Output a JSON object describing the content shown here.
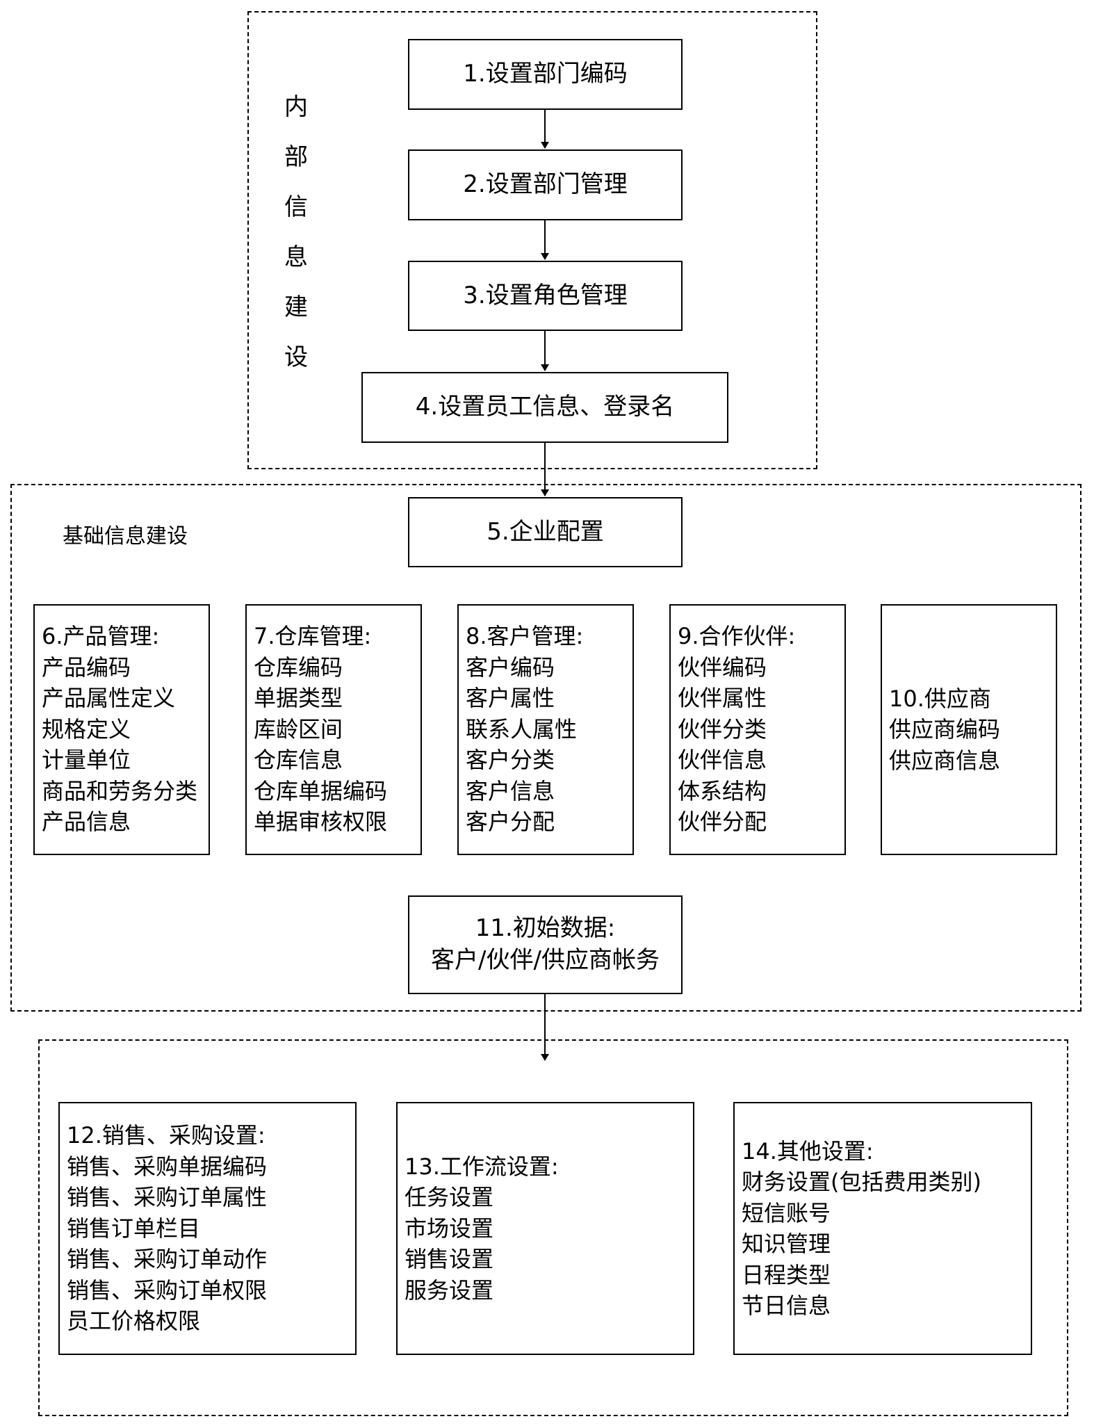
{
  "regions": {
    "internal": {
      "label_chars": [
        "内",
        "部",
        "信",
        "息",
        "建",
        "设"
      ]
    },
    "basic": {
      "label": "基础信息建设"
    },
    "settings": {}
  },
  "steps": {
    "s1": "1.设置部门编码",
    "s2": "2.设置部门管理",
    "s3": "3.设置角色管理",
    "s4": "4.设置员工信息、登录名",
    "s5": "5.企业配置",
    "s11": [
      "11.初始数据:",
      "客户/伙伴/供应商帐务"
    ]
  },
  "modules": {
    "product": [
      "6.产品管理:",
      "产品编码",
      "产品属性定义",
      "规格定义",
      "计量单位",
      "商品和劳务分类",
      "产品信息"
    ],
    "warehouse": [
      "7.仓库管理:",
      "仓库编码",
      "单据类型",
      "库龄区间",
      "仓库信息",
      "仓库单据编码",
      "单据审核权限"
    ],
    "customer": [
      "8.客户管理:",
      "客户编码",
      "客户属性",
      "联系人属性",
      "客户分类",
      "客户信息",
      "客户分配"
    ],
    "partner": [
      "9.合作伙伴:",
      "伙伴编码",
      "伙伴属性",
      "伙伴分类",
      "伙伴信息",
      "体系结构",
      "伙伴分配"
    ],
    "supplier": [
      "10.供应商",
      "供应商编码",
      "供应商信息"
    ]
  },
  "settings": {
    "sales": [
      "12.销售、采购设置:",
      "销售、采购单据编码",
      "销售、采购订单属性",
      "销售订单栏目",
      "销售、采购订单动作",
      "销售、采购订单权限",
      "员工价格权限"
    ],
    "workflow": [
      "13.工作流设置:",
      "任务设置",
      "市场设置",
      "销售设置",
      "服务设置"
    ],
    "other": [
      "14.其他设置:",
      "财务设置(包括费用类别)",
      "短信账号",
      "知识管理",
      "日程类型",
      "节日信息"
    ]
  }
}
